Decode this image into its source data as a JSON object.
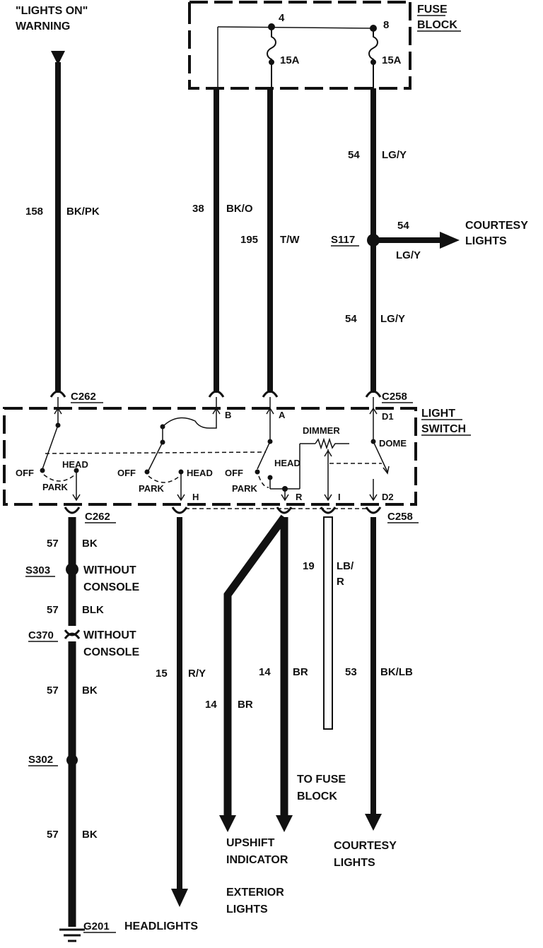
{
  "header": {
    "lights_on_line1": "\"LIGHTS ON\"",
    "lights_on_line2": "WARNING",
    "fuse_block_line1": "FUSE",
    "fuse_block_line2": "BLOCK"
  },
  "fuses": [
    {
      "number": "4",
      "rating": "15A"
    },
    {
      "number": "8",
      "rating": "15A"
    }
  ],
  "wires_top": [
    {
      "circuit": "158",
      "color": "BK/PK"
    },
    {
      "circuit": "38",
      "color": "BK/O"
    },
    {
      "circuit": "195",
      "color": "T/W"
    },
    {
      "circuit": "54",
      "color": "LG/Y"
    },
    {
      "circuit": "54",
      "color": "LG/Y"
    }
  ],
  "splice_s117": {
    "id": "S117",
    "branch_circuit": "54",
    "branch_color": "LG/Y",
    "dest_line1": "COURTESY",
    "dest_line2": "LIGHTS"
  },
  "connectors": {
    "c262_top": "C262",
    "c258_top": "C258",
    "c262_bottom": "C262",
    "c258_bottom": "C258"
  },
  "light_switch": {
    "title_line1": "LIGHT",
    "title_line2": "SWITCH",
    "pins_top": [
      "B",
      "A",
      "D1"
    ],
    "pins_bottom": [
      "H",
      "R",
      "I",
      "D2"
    ],
    "dimmer": "DIMMER",
    "dome": "DOME",
    "positions": [
      "OFF",
      "HEAD",
      "PARK"
    ]
  },
  "ground_path": {
    "w1_circuit": "57",
    "w1_color": "BK",
    "s303": "S303",
    "s303_note1": "WITHOUT",
    "s303_note2": "CONSOLE",
    "w2_circuit": "57",
    "w2_color": "BLK",
    "c370": "C370",
    "c370_note1": "WITHOUT",
    "c370_note2": "CONSOLE",
    "w3_circuit": "57",
    "w3_color": "BK",
    "s302": "S302",
    "w4_circuit": "57",
    "w4_color": "BK",
    "g201": "G201",
    "headlights": "HEADLIGHTS"
  },
  "wires_bottom": [
    {
      "circuit": "15",
      "color": "R/Y"
    },
    {
      "circuit": "14",
      "color": "BR"
    },
    {
      "circuit": "14",
      "color": "BR"
    },
    {
      "circuit": "19",
      "color": "LB/",
      "color2": "R"
    },
    {
      "circuit": "53",
      "color": "BK/LB"
    }
  ],
  "destinations": {
    "to_fuse_1": "TO FUSE",
    "to_fuse_2": "BLOCK",
    "upshift_1": "UPSHIFT",
    "upshift_2": "INDICATOR",
    "courtesy_1": "COURTESY",
    "courtesy_2": "LIGHTS",
    "exterior_1": "EXTERIOR",
    "exterior_2": "LIGHTS"
  }
}
